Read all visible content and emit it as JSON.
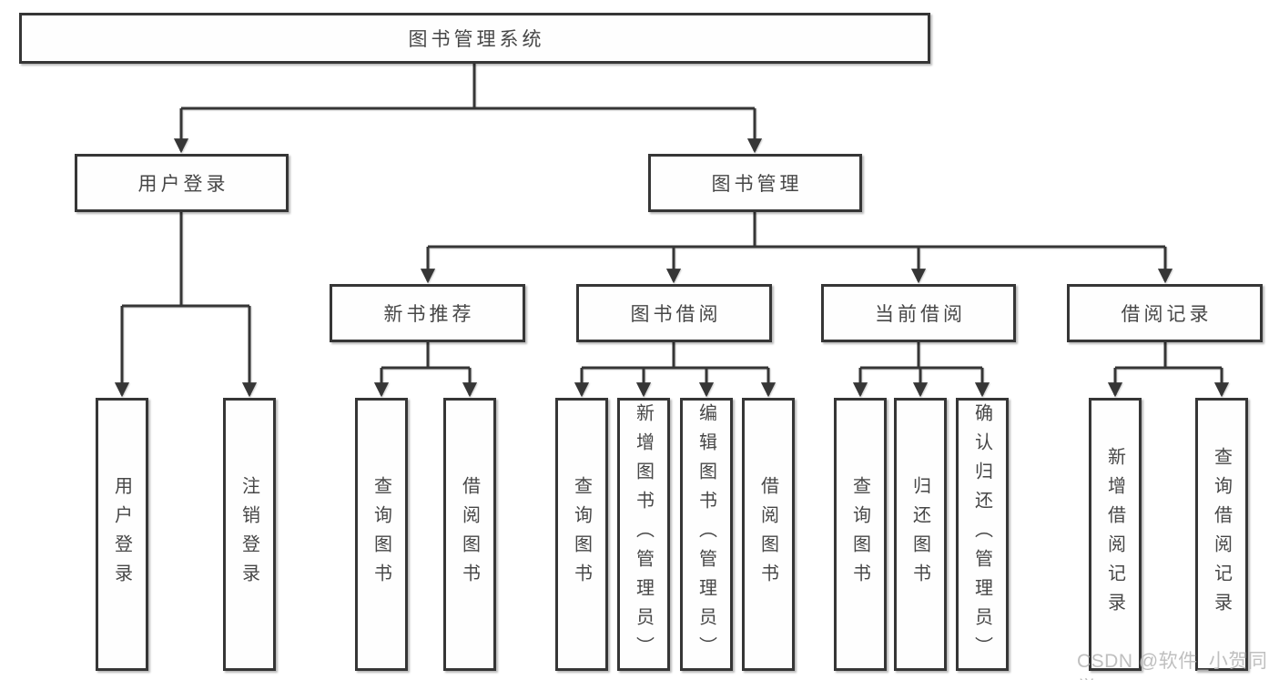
{
  "diagram": {
    "root": {
      "label": "图书管理系统"
    },
    "user_login": {
      "label": "用户登录",
      "children": [
        {
          "label": "用户登录"
        },
        {
          "label": "注销登录"
        }
      ]
    },
    "book_management": {
      "label": "图书管理",
      "new_book_recommend": {
        "label": "新书推荐",
        "children": [
          {
            "label": "查询图书"
          },
          {
            "label": "借阅图书"
          }
        ]
      },
      "book_borrow": {
        "label": "图书借阅",
        "children": [
          {
            "label": "查询图书"
          },
          {
            "label": "新增图书（管理员）"
          },
          {
            "label": "编辑图书（管理员）"
          },
          {
            "label": "借阅图书"
          }
        ]
      },
      "current_borrow": {
        "label": "当前借阅",
        "children": [
          {
            "label": "查询图书"
          },
          {
            "label": "归还图书"
          },
          {
            "label": "确认归还（管理员）"
          }
        ]
      },
      "borrow_records": {
        "label": "借阅记录",
        "children": [
          {
            "label": "新增借阅记录"
          },
          {
            "label": "查询借阅记录"
          }
        ]
      }
    }
  },
  "watermark": {
    "text": "CSDN @软件_小贺同学"
  },
  "colors": {
    "line": "#363636",
    "box_border": "#363636",
    "box_fill": "#fefefe",
    "text": "#474747",
    "watermark": "#bababa"
  }
}
